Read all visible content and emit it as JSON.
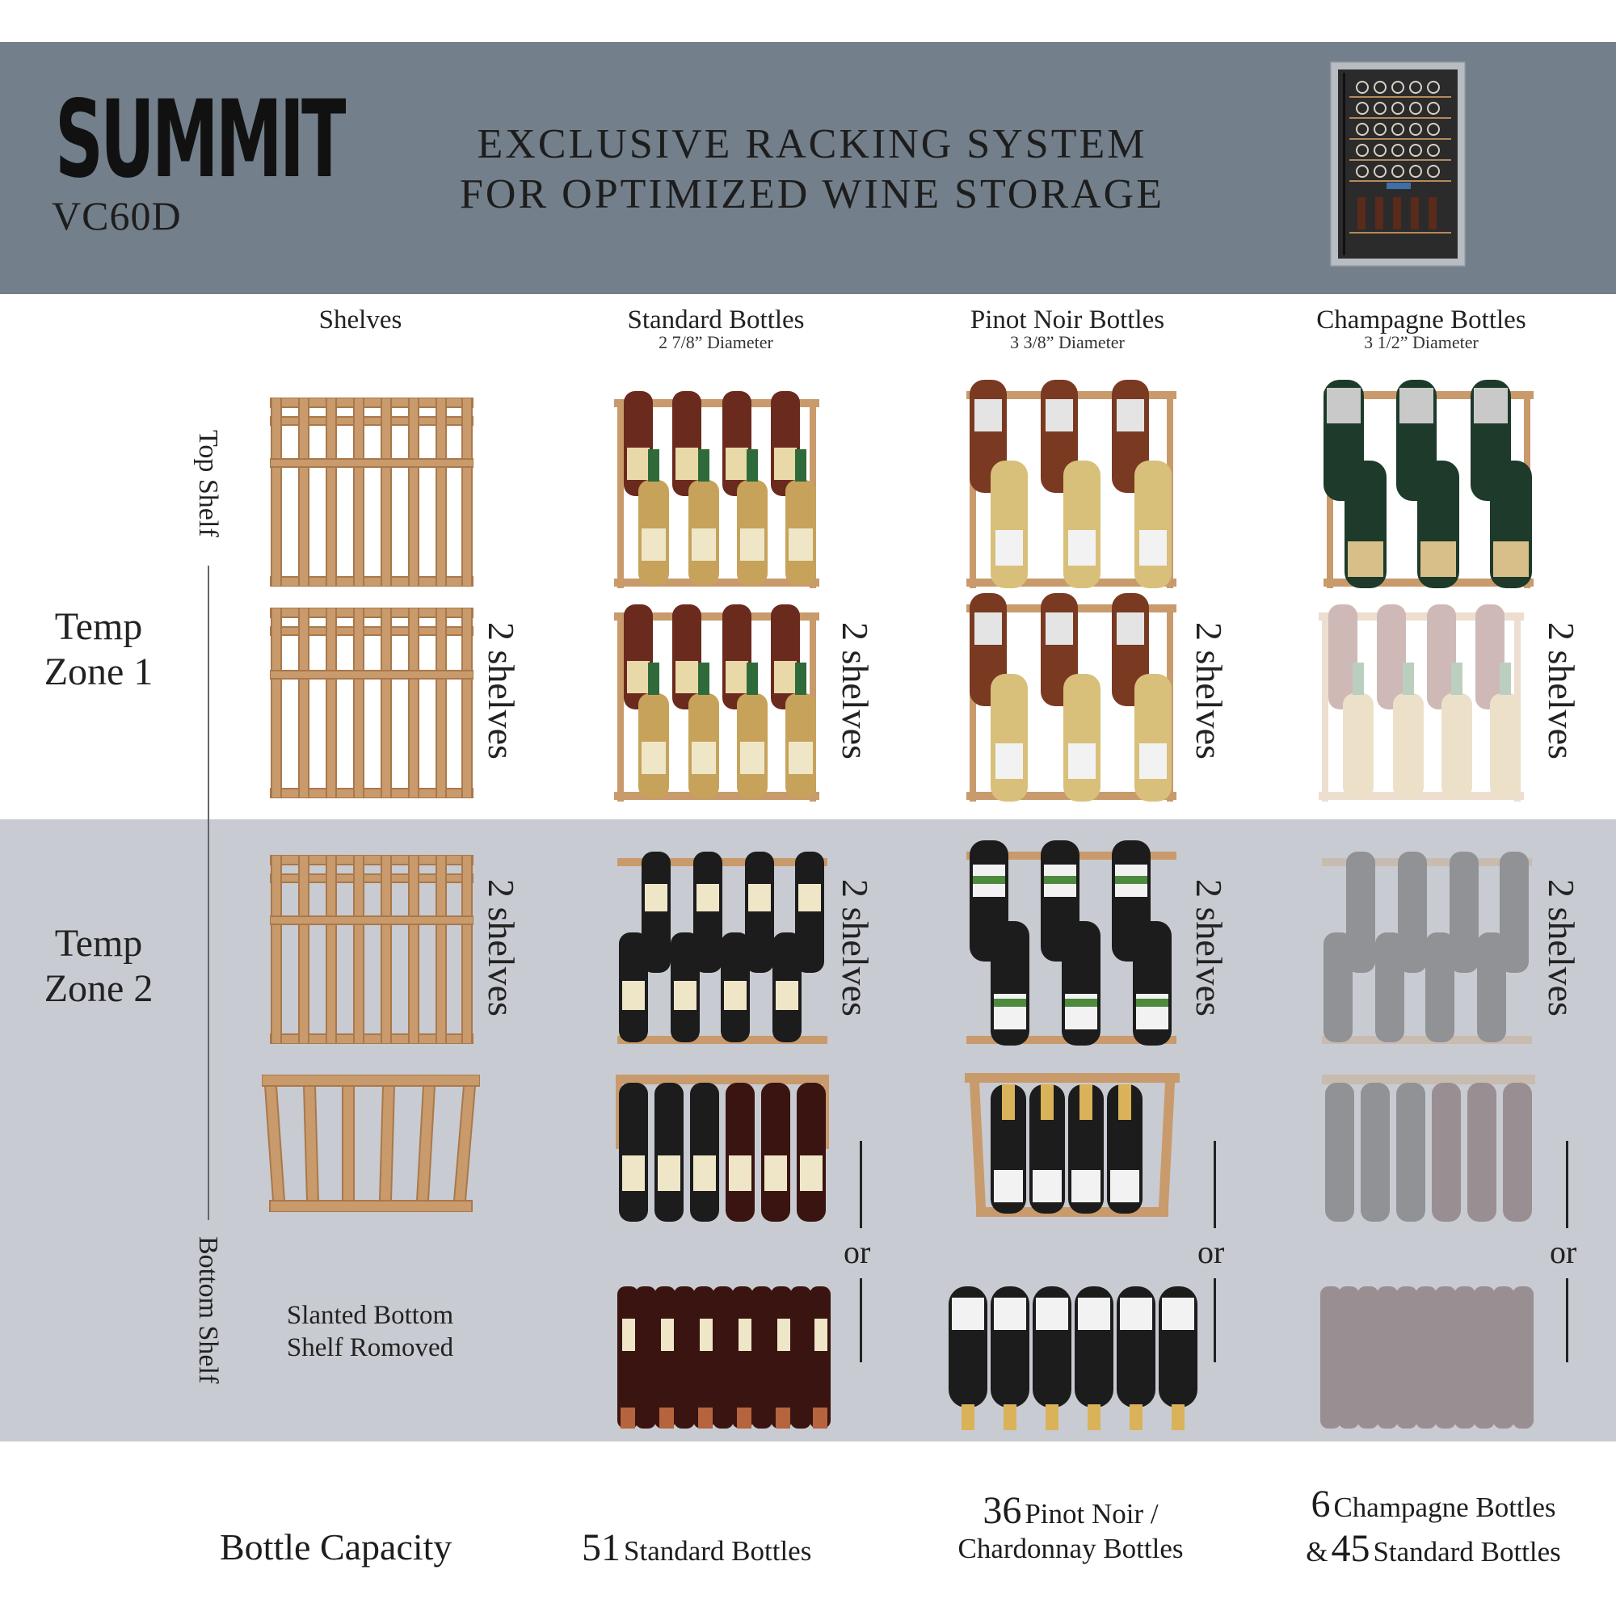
{
  "header": {
    "brand": "SUMMIT",
    "model": "VC60D",
    "headline_line1": "EXCLUSIVE RACKING SYSTEM",
    "headline_line2": "FOR OPTIMIZED WINE STORAGE"
  },
  "columns": [
    {
      "title": "Shelves",
      "subtitle": ""
    },
    {
      "title": "Standard Bottles",
      "subtitle": "2 7/8” Diameter"
    },
    {
      "title": "Pinot Noir Bottles",
      "subtitle": "3 3/8” Diameter"
    },
    {
      "title": "Champagne Bottles",
      "subtitle": "3 1/2” Diameter"
    }
  ],
  "zones": {
    "zone1_line1": "Temp",
    "zone1_line2": "Zone 1",
    "zone2_line1": "Temp",
    "zone2_line2": "Zone 2"
  },
  "axis": {
    "top": "Top Shelf",
    "bottom": "Bottom Shelf"
  },
  "labels": {
    "two_shelves": "2 shelves",
    "or": "or",
    "slanted_line1": "Slanted Bottom",
    "slanted_line2": "Shelf Romoved"
  },
  "capacity": {
    "label": "Bottle Capacity",
    "standard_num": "51",
    "standard_txt": "Standard Bottles",
    "pinot_num": "36",
    "pinot_txt1": "Pinot Noir /",
    "pinot_txt2": "Chardonnay Bottles",
    "champ_num1": "6",
    "champ_txt1": "Champagne Bottles",
    "champ_prefix2": "&",
    "champ_num2": "45",
    "champ_txt2": "Standard Bottles"
  },
  "colors": {
    "header_bg": "#737f8a",
    "zone2_bg": "#c8cbd1",
    "wood": "#c99a6b",
    "wood_dark": "#a9784c"
  }
}
